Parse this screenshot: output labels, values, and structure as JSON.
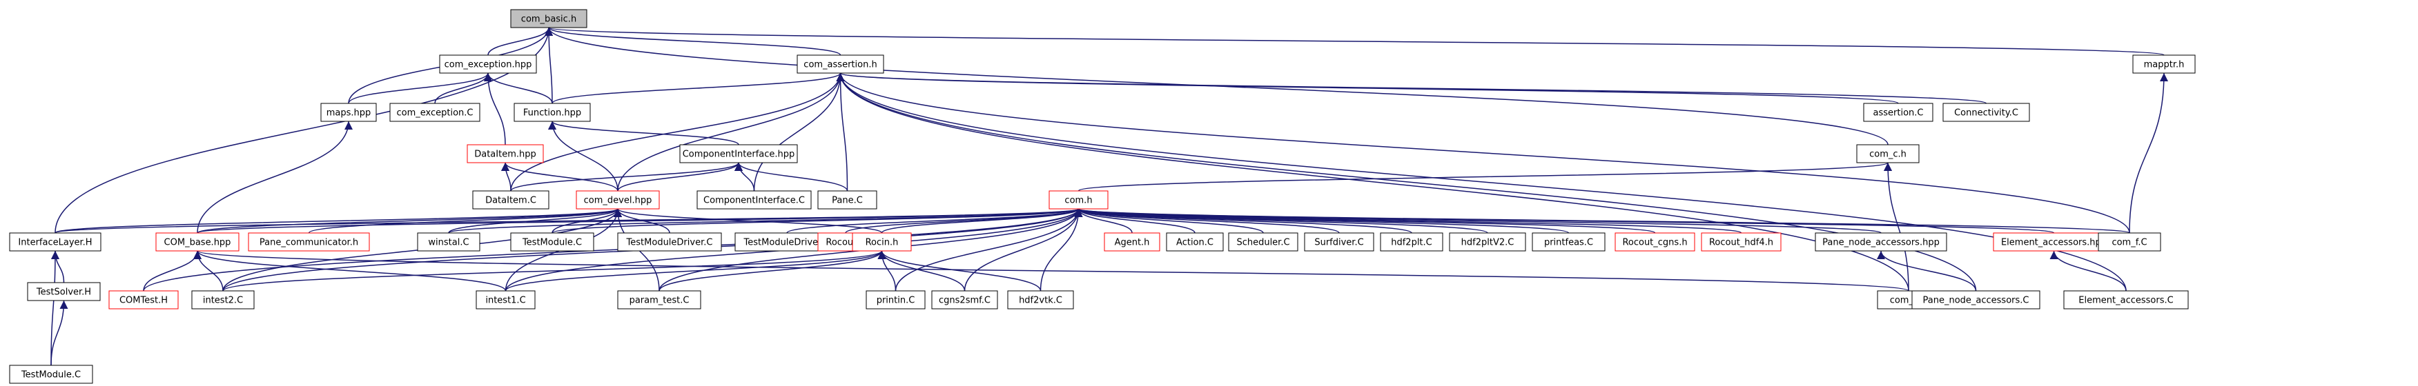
{
  "diagram": {
    "nodes": {
      "com_basic_h": "com_basic.h",
      "com_exception_hpp": "com_exception.hpp",
      "com_assertion_h": "com_assertion.h",
      "maps_hpp": "maps.hpp",
      "com_exception_C": "com_exception.C",
      "Function_hpp": "Function.hpp",
      "assertion_C": "assertion.C",
      "Connectivity_C": "Connectivity.C",
      "mapptr_h": "mapptr.h",
      "DataItem_hpp": "DataItem.hpp",
      "ComponentInterface_hpp": "ComponentInterface.hpp",
      "com_c_h": "com_c.h",
      "DataItem_C": "DataItem.C",
      "com_devel_hpp": "com_devel.hpp",
      "ComponentInterface_C": "ComponentInterface.C",
      "Pane_C": "Pane.C",
      "com_h": "com.h",
      "InterfaceLayer_H": "InterfaceLayer.H",
      "COM_base_hpp": "COM_base.hpp",
      "Pane_communicator_h": "Pane_communicator.h",
      "winstal_C": "winstal.C",
      "TestModule_C_mid": "TestModule.C",
      "TestModuleDriver_C": "TestModuleDriver.C",
      "TestModuleDriver_C2": "TestModuleDriver.C",
      "Rocout_h": "Rocout.h",
      "Agent_h": "Agent.h",
      "Action_C": "Action.C",
      "Scheduler_C": "Scheduler.C",
      "Surfdiver_C": "Surfdiver.C",
      "hdf2plt_C": "hdf2plt.C",
      "hdf2pltV2_C": "hdf2pltV2.C",
      "printfeas_C": "printfeas.C",
      "Rocout_cgns_h": "Rocout_cgns.h",
      "Rocout_hdf4_h": "Rocout_hdf4.h",
      "Pane_node_accessors_hpp": "Pane_node_accessors.hpp",
      "Element_accessors_hpp": "Element_accessors.hpp",
      "com_f_C": "com_f.C",
      "TestSolver_H": "TestSolver.H",
      "COMTest_H": "COMTest.H",
      "intest2_C": "intest2.C",
      "intest1_C": "intest1.C",
      "param_test_C": "param_test.C",
      "Rocin_h": "Rocin.h",
      "printin_C": "printin.C",
      "cgns2smf_C": "cgns2smf.C",
      "hdf2vtk_C": "hdf2vtk.C",
      "com_c_C": "com_c.C",
      "Pane_node_accessors_C": "Pane_node_accessors.C",
      "Element_accessors_C": "Element_accessors.C",
      "TestModule_C_bottom": "TestModule.C"
    },
    "colors": {
      "edge": "#191970",
      "root_fill": "#bfbfbf",
      "node_border": "#000000",
      "incomplete_border": "#ff0000"
    }
  }
}
